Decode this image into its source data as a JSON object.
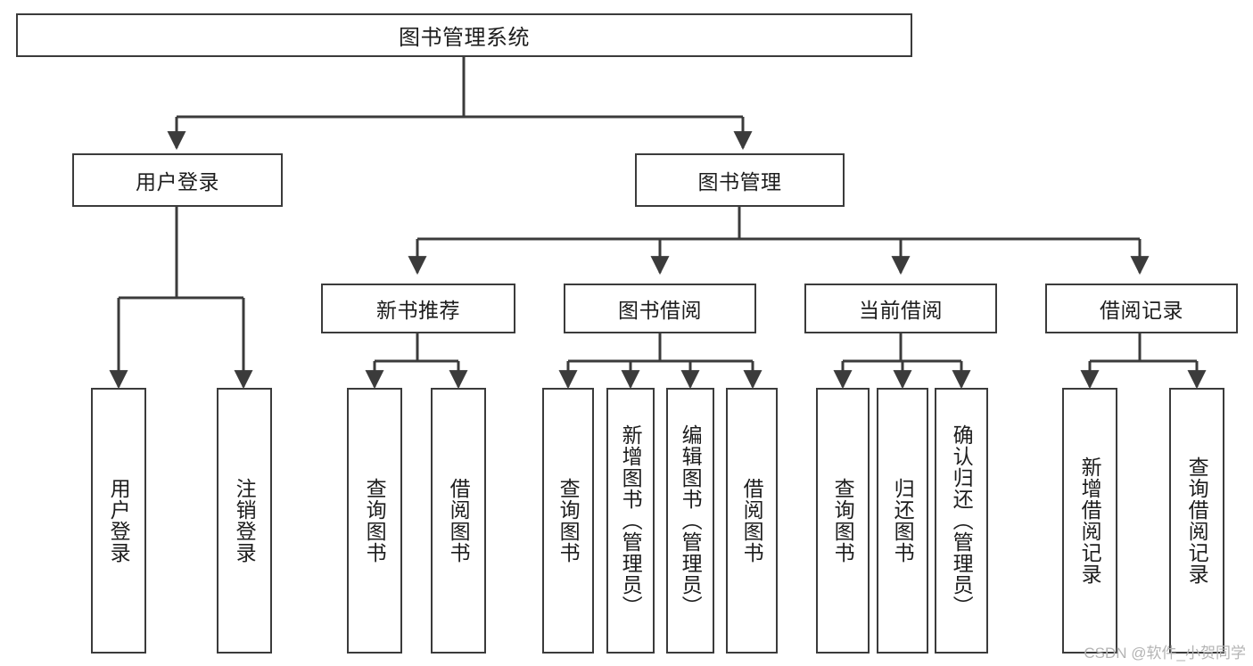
{
  "diagram": {
    "title": "图书管理系统",
    "type": "tree-hierarchy-chart",
    "colors": {
      "border": "#3b3b3b",
      "fill": "#ffffff",
      "text": "#1d1d1d",
      "connector": "#3b3b3b",
      "watermark": "#b4b4b4"
    },
    "watermark": "CSDN @软件_小贺同学"
  },
  "nodes": {
    "root": {
      "label": "图书管理系统"
    },
    "level2": [
      {
        "id": "user-login",
        "label": "用户登录"
      },
      {
        "id": "book-management",
        "label": "图书管理"
      }
    ],
    "level3": [
      {
        "id": "new-book-recommend",
        "label": "新书推荐"
      },
      {
        "id": "book-borrow",
        "label": "图书借阅"
      },
      {
        "id": "current-borrow",
        "label": "当前借阅"
      },
      {
        "id": "borrow-record",
        "label": "借阅记录"
      }
    ],
    "leaves": {
      "user-login": [
        {
          "id": "leaf-user-login",
          "label": "用户登录"
        },
        {
          "id": "leaf-logout",
          "label": "注销登录"
        }
      ],
      "new-book-recommend": [
        {
          "id": "leaf-query-book-1",
          "label": "查询图书"
        },
        {
          "id": "leaf-borrow-book-1",
          "label": "借阅图书"
        }
      ],
      "book-borrow": [
        {
          "id": "leaf-query-book-2",
          "label": "查询图书"
        },
        {
          "id": "leaf-add-book",
          "label": "新增图书（管理员）"
        },
        {
          "id": "leaf-edit-book",
          "label": "编辑图书（管理员）"
        },
        {
          "id": "leaf-borrow-book-2",
          "label": "借阅图书"
        }
      ],
      "current-borrow": [
        {
          "id": "leaf-query-book-3",
          "label": "查询图书"
        },
        {
          "id": "leaf-return-book",
          "label": "归还图书"
        },
        {
          "id": "leaf-confirm-return",
          "label": "确认归还（管理员）"
        }
      ],
      "borrow-record": [
        {
          "id": "leaf-add-record",
          "label": "新增借阅记录"
        },
        {
          "id": "leaf-query-record",
          "label": "查询借阅记录"
        }
      ]
    }
  }
}
